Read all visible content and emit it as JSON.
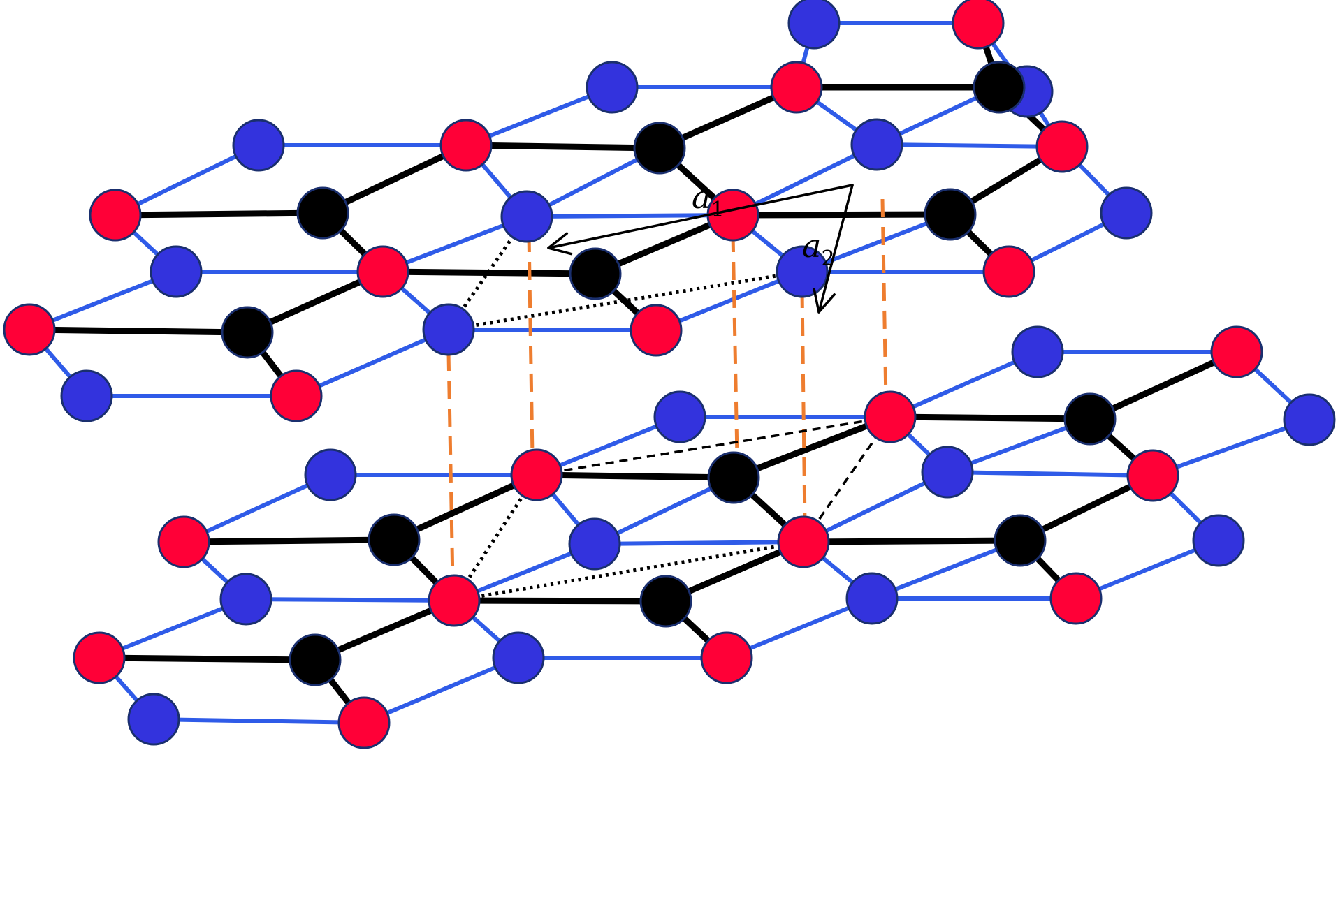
{
  "colors": {
    "background": "#ffffff",
    "atom_red": "#ff0037",
    "atom_blue": "#3333dd",
    "atom_black": "#000000",
    "atom_outline": "#1a2f6e",
    "bond_black": "#000000",
    "bond_blue": "#2f5be8",
    "interlayer_dashed": "#ee7d2f",
    "cell_outline": "#000000",
    "vector": "#000000"
  },
  "labels": {
    "vector_a1": {
      "symbol": "a",
      "subscript": "1"
    },
    "vector_a2": {
      "symbol": "a",
      "subscript": "2"
    }
  }
}
